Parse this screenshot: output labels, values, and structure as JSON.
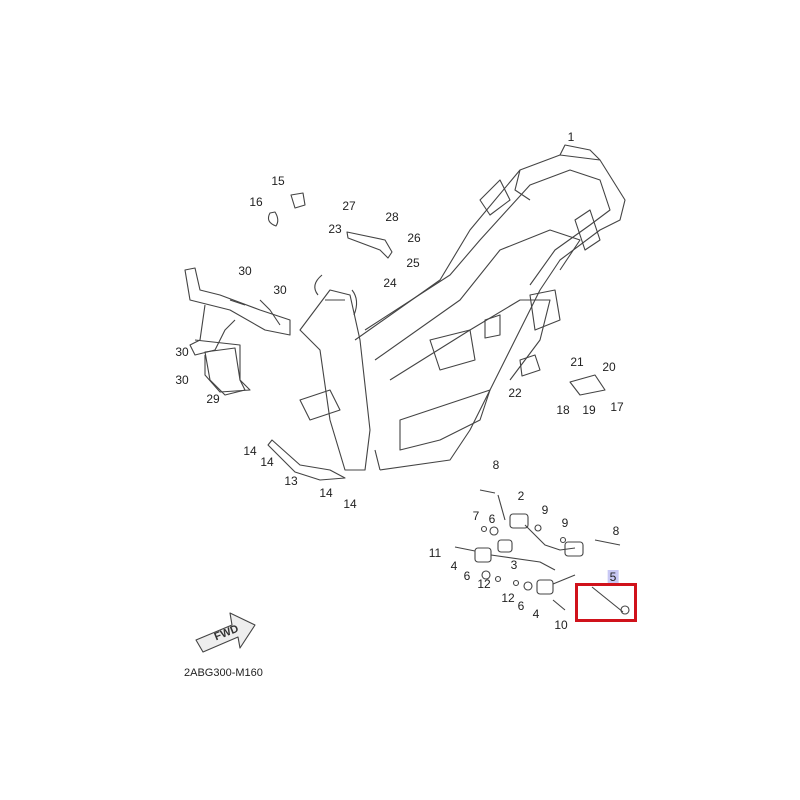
{
  "diagram": {
    "code": "2ABG300-M160",
    "fwd_label": "FWD",
    "callouts": [
      "1",
      "15",
      "16",
      "27",
      "28",
      "23",
      "26",
      "25",
      "24",
      "30",
      "30",
      "30",
      "30",
      "29",
      "21",
      "20",
      "22",
      "18",
      "19",
      "17",
      "14",
      "14",
      "13",
      "14",
      "14",
      "8",
      "2",
      "9",
      "7",
      "6",
      "9",
      "8",
      "11",
      "4",
      "3",
      "6",
      "12",
      "12",
      "5",
      "6",
      "4",
      "10"
    ],
    "highlighted_part": "5",
    "highlight_color": "#d0121b"
  }
}
